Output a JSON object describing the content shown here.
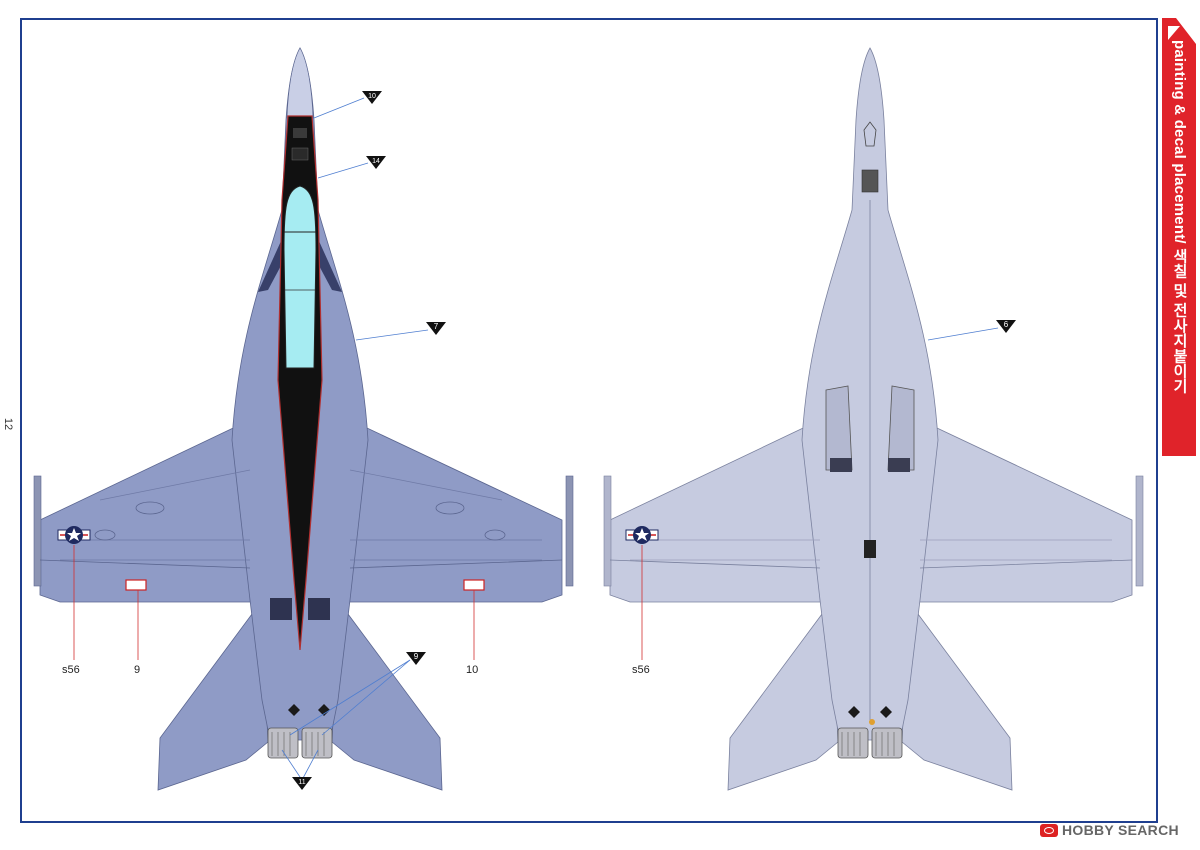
{
  "page": {
    "page_number": "12",
    "side_tab_title": "painting & decal placement/ 색칠 및 전사지붙이기",
    "watermark": "HOBBY SEARCH",
    "colors": {
      "frame_blue": "#1f3f8f",
      "tab_red": "#e0232a",
      "top_camo": "#8f9bc6",
      "top_camo_dark": "#7c89b8",
      "bottom_gray": "#c6cbe0",
      "canopy": "#a6ecf2",
      "spine_black": "#111111",
      "callout_line_blue": "#4f7ed0",
      "callout_line_red": "#d22f2f"
    }
  },
  "top_view": {
    "callouts": [
      {
        "num": "10",
        "type": "triangle-marker"
      },
      {
        "num": "14",
        "type": "triangle-marker"
      },
      {
        "num": "7",
        "type": "triangle-marker"
      },
      {
        "num": "9",
        "type": "triangle-marker"
      },
      {
        "num": "11",
        "type": "triangle-marker"
      }
    ],
    "decal_labels": [
      "s56",
      "9",
      "10"
    ]
  },
  "bottom_view": {
    "callouts": [
      {
        "num": "6",
        "type": "triangle-marker"
      }
    ],
    "decal_labels": [
      "s56"
    ]
  }
}
